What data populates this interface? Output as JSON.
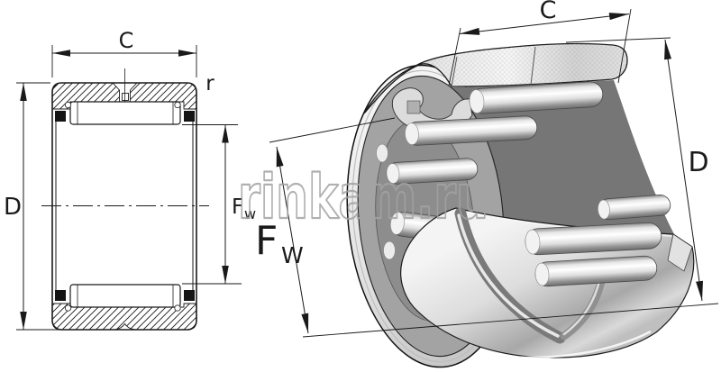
{
  "watermark": {
    "text": "rinkam.ru",
    "color": "#a3a3a3"
  },
  "left_view": {
    "dim_width_label": "C",
    "dim_outer_diameter_label": "D",
    "dim_bore_label": "F",
    "dim_bore_subscript": "w",
    "corner_radius_label": "r"
  },
  "right_view": {
    "dim_width_label": "C",
    "dim_outer_diameter_label": "D",
    "dim_bore_label": "F",
    "dim_bore_subscript": "W"
  },
  "colors": {
    "line": "#1a1a1a",
    "background": "#ffffff",
    "metal_light": "#f2f2f2",
    "metal_mid": "#c9c9c9",
    "metal_dark": "#8a8a8a"
  }
}
